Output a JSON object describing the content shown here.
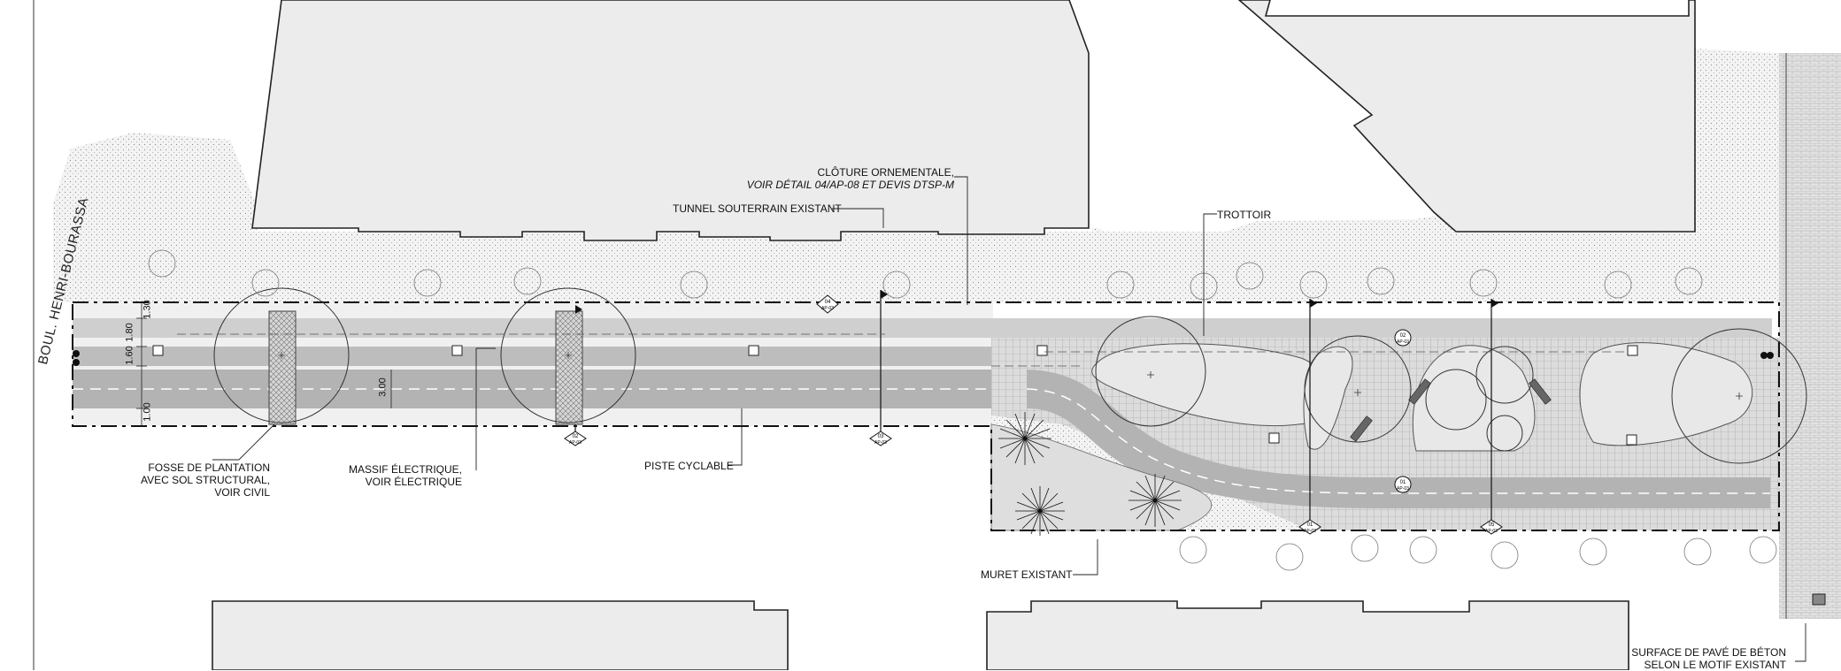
{
  "street_name": "BOUL. HENRI-BOURASSA",
  "annotations": {
    "cloture": {
      "line1": "CLÔTURE ORNEMENTALE,",
      "line2": "VOIR DÉTAIL 04/AP-08 ET DEVIS DTSP-M"
    },
    "tunnel": "TUNNEL SOUTERRAIN EXISTANT",
    "trottoir": "TROTTOIR",
    "fosse": {
      "line1": "FOSSE DE PLANTATION",
      "line2": "AVEC SOL STRUCTURAL,",
      "line3": "VOIR CIVIL"
    },
    "massif": {
      "line1": "MASSIF ÉLECTRIQUE,",
      "line2": "VOIR ÉLECTRIQUE"
    },
    "piste": "PISTE CYCLABLE",
    "muret": "MURET EXISTANT",
    "surface": {
      "line1": "SURFACE DE PAVÉ DE BÉTON",
      "line2": "SELON LE MOTIF EXISTANT"
    }
  },
  "dimensions": {
    "d1": "1.30",
    "d2": "1.80",
    "d3": "1.60",
    "d4": "3.00",
    "d5": "1.00"
  },
  "section_marks": [
    "04",
    "AP-03",
    "02",
    "AP-03",
    "03",
    "AP-03",
    "01",
    "AP-03",
    "05",
    "AP-03",
    "02",
    "AP-03",
    "01",
    "AP-03"
  ]
}
